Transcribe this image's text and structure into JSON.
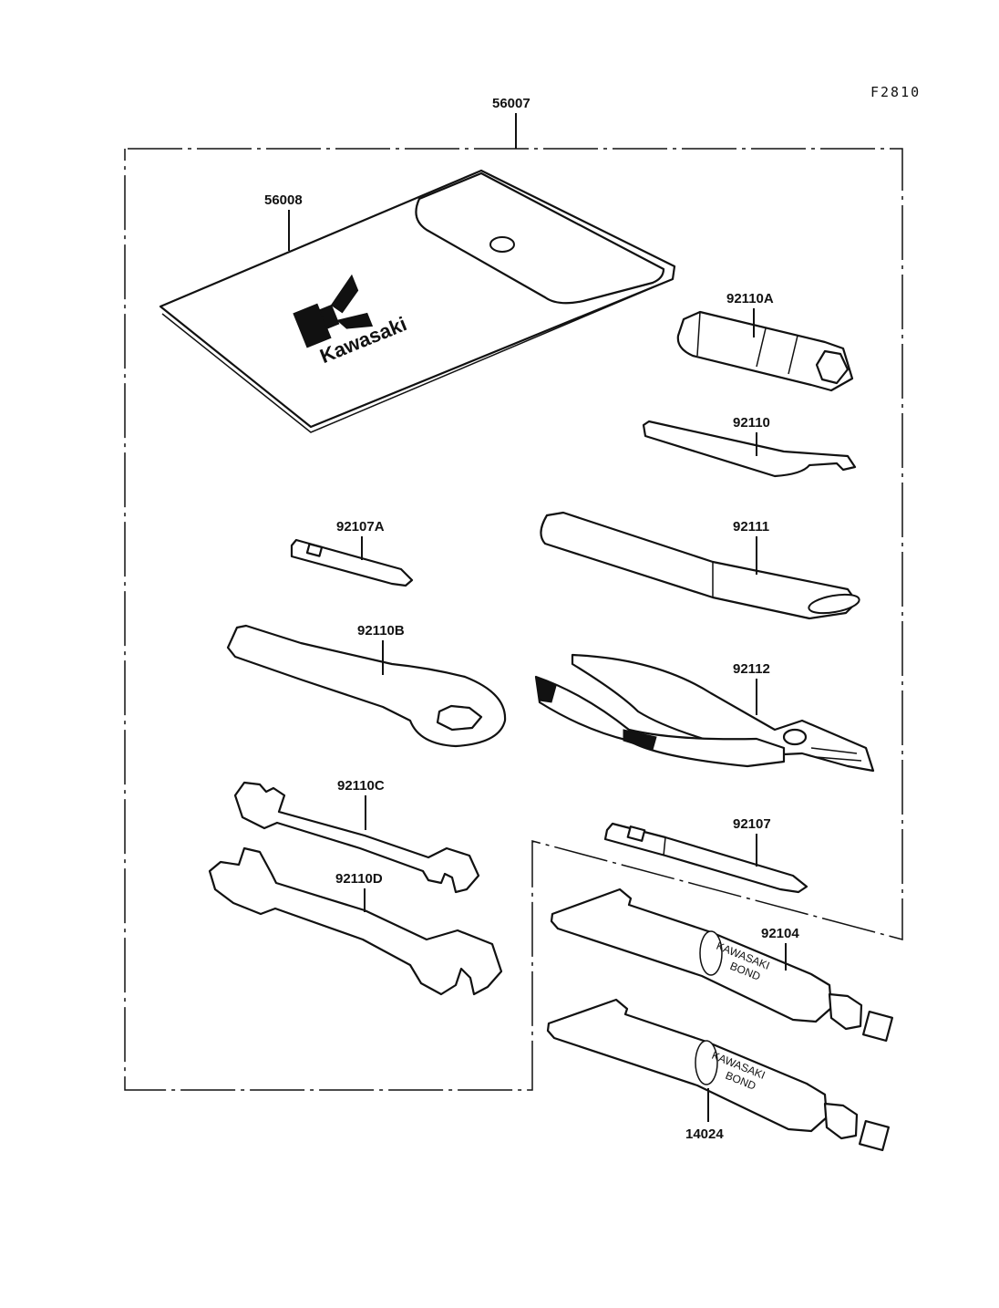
{
  "figure_code": "F2810",
  "kit_number": "56007",
  "parts": {
    "case": "56008",
    "plug_wrench": "92110A",
    "hook_wrench": "92110",
    "screwdriver_small": "92107A",
    "handle": "92111",
    "ring_wrench": "92110B",
    "pliers": "92112",
    "wrench_c": "92110C",
    "wrench_d": "92110D",
    "screwdriver": "92107",
    "bond_1": "92104",
    "bond_2": "14024"
  },
  "case_logo_text": "Kawasaki",
  "tube_text": {
    "line1": "KAWASAKI",
    "line2": "BOND"
  },
  "colors": {
    "ink": "#111111",
    "paper": "#ffffff"
  }
}
